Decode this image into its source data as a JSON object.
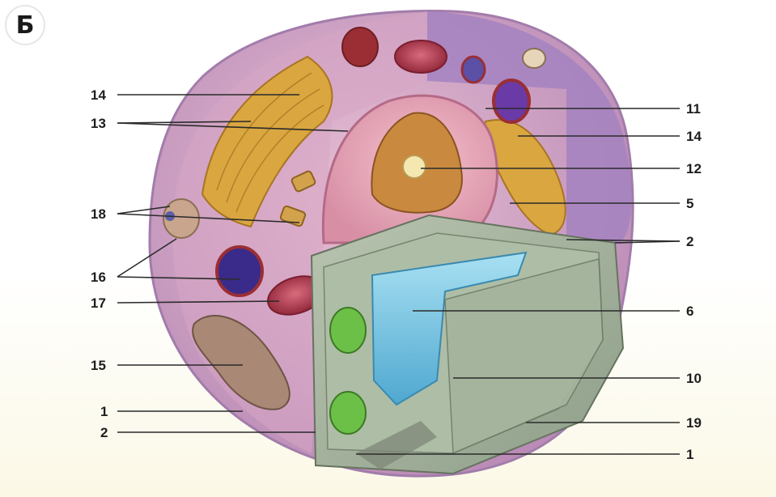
{
  "panel_letter": "Б",
  "labels_left": [
    {
      "id": "14",
      "text": "14"
    },
    {
      "id": "13",
      "text": "13"
    },
    {
      "id": "18",
      "text": "18"
    },
    {
      "id": "16",
      "text": "16"
    },
    {
      "id": "17",
      "text": "17"
    },
    {
      "id": "15",
      "text": "15"
    },
    {
      "id": "1",
      "text": "1"
    },
    {
      "id": "2",
      "text": "2"
    }
  ],
  "labels_right": [
    {
      "id": "11",
      "text": "11"
    },
    {
      "id": "14",
      "text": "14"
    },
    {
      "id": "12",
      "text": "12"
    },
    {
      "id": "5",
      "text": "5"
    },
    {
      "id": "2",
      "text": "2"
    },
    {
      "id": "6",
      "text": "6"
    },
    {
      "id": "10",
      "text": "10"
    },
    {
      "id": "19",
      "text": "19"
    },
    {
      "id": "1",
      "text": "1"
    }
  ],
  "colors": {
    "cytoplasm": "#c79ab8",
    "cell_membrane": "#b48cbf",
    "nucleus": "#e7a3b4",
    "nucleolus": "#f4e7b0",
    "chromatin": "#c98a3f",
    "golgi_er": "#d9a640",
    "mitochondrion": "#b03a4f",
    "lysosome": "#6a3aa6",
    "cell_wall": "#9fb098",
    "vacuole": "#7cc6e2",
    "chloroplast": "#6cc048"
  }
}
